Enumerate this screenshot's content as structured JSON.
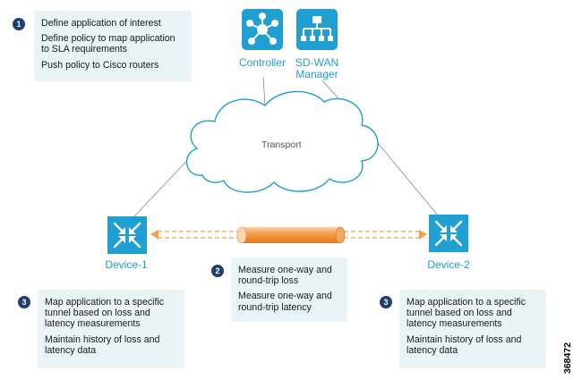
{
  "step1": {
    "number": "1",
    "lines": [
      "Define application of interest",
      "Define policy to map application\nto SLA requirements",
      "Push policy to Cisco routers"
    ]
  },
  "controller": {
    "label": "Controller",
    "icon": "controller-hub-icon"
  },
  "manager": {
    "label": "SD-WAN\nManager",
    "icon": "manager-tree-icon"
  },
  "transport": {
    "label": "Transport"
  },
  "device1": {
    "label": "Device-1",
    "icon": "router-arrows-icon"
  },
  "device2": {
    "label": "Device-2",
    "icon": "router-arrows-icon"
  },
  "step2": {
    "number": "2",
    "lines": [
      "Measure one-way and\nround-trip loss",
      "Measure one-way and\nround-trip latency"
    ]
  },
  "step3_left": {
    "number": "3",
    "lines": [
      "Map application to a specific\ntunnel based on loss and\nlatency measurements",
      "Maintain history of loss and\nlatency data"
    ]
  },
  "step3_right": {
    "number": "3",
    "lines": [
      "Map application to a specific\ntunnel based on loss and\nlatency measurements",
      "Maintain history of loss and\nlatency data"
    ]
  },
  "figure_id": "368472",
  "colors": {
    "device_blue": "#1f9fd2",
    "box_fill": "#eaf3f6",
    "badge_navy": "#1d3f73",
    "tunnel_orange": "#f39a3e",
    "arrow_orange": "#f0a050",
    "connector_gray": "#8a8a8a"
  }
}
